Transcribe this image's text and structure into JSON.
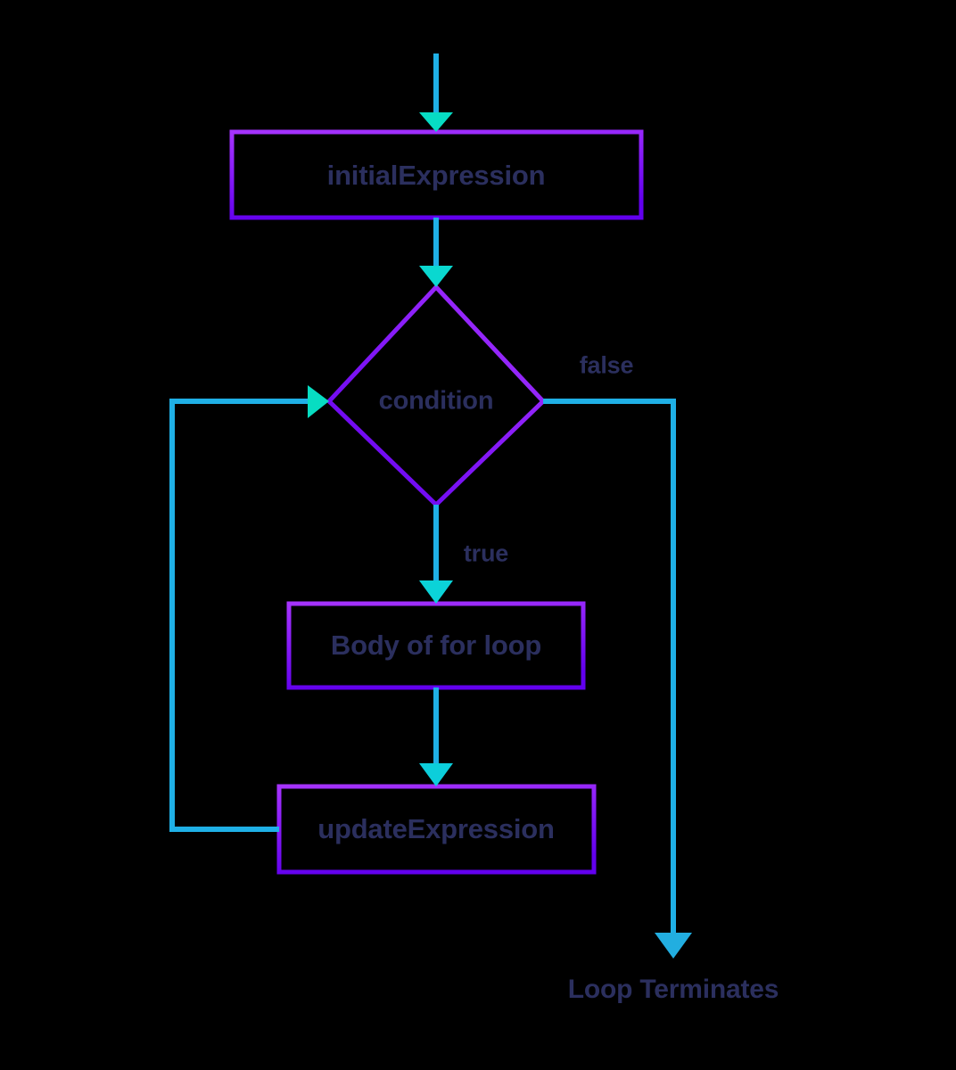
{
  "diagram": {
    "title": "for loop flowchart",
    "type": "flowchart",
    "background_color": "#000000",
    "palette": {
      "node_stroke_start": "#9b30ff",
      "node_stroke_end": "#6200ee",
      "arrow_start": "#00e5b0",
      "arrow_end": "#1fb6e8",
      "text": "#2b2f5e"
    },
    "nodes": [
      {
        "id": "initial-expression",
        "shape": "rectangle",
        "label": "initialExpression"
      },
      {
        "id": "condition",
        "shape": "diamond",
        "label": "condition"
      },
      {
        "id": "body",
        "shape": "rectangle",
        "label": "Body of for loop"
      },
      {
        "id": "update-expression",
        "shape": "rectangle",
        "label": "updateExpression"
      }
    ],
    "edge_labels": {
      "false": "false",
      "true": "true"
    },
    "terminal": {
      "label": "Loop Terminates"
    }
  }
}
